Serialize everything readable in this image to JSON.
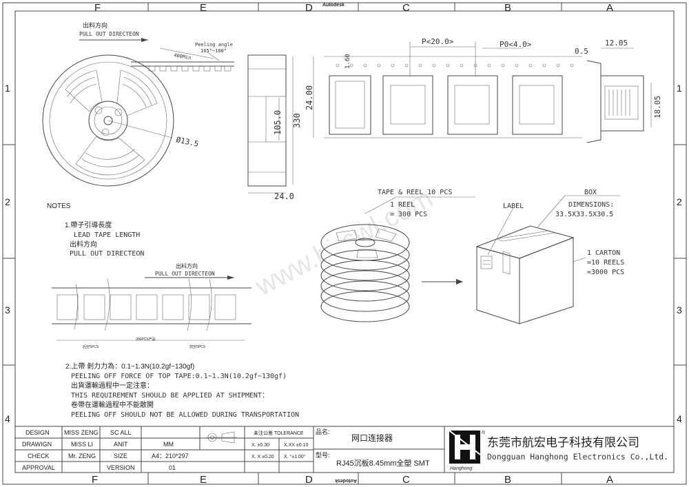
{
  "zones": {
    "top": [
      "F",
      "E",
      "D",
      "C",
      "B",
      "A"
    ],
    "bottom": [
      "F",
      "E",
      "D",
      "C",
      "B",
      "A"
    ],
    "left": [
      "1",
      "2",
      "3",
      "4"
    ],
    "right": [
      "1",
      "2",
      "3",
      "4"
    ]
  },
  "autodesk": "Autodesk",
  "autodesk_mirror": "Autodesk",
  "watermark": "www.hhcwl.com",
  "reel_view": {
    "cn": "出料方向",
    "en": "PULL OUT DIRECTEON",
    "peel": "Peeling angle",
    "peel_range": "165°~180°",
    "lead": "400Min",
    "dia": "Ø13.5"
  },
  "side_view": {
    "d1": "105.0",
    "d2": "330",
    "d3": "24.0"
  },
  "tape_view": {
    "p1": "P<20.0>",
    "p2": "P0<4.0>",
    "v1": "1.60",
    "v2": "24.00"
  },
  "end_view": {
    "d1": "0.5",
    "d2": "12.05",
    "d3": "18.05"
  },
  "notes": {
    "title": "NOTES",
    "n1_cn": "1.帶子引導長度",
    "n1_en": "LEAD TAPE LENGTH",
    "n1b_cn": "出料方向",
    "n1b_en": "PULL OUT DIRECTEON",
    "strip_cn": "出料方向",
    "strip_en": "PULL OUT DIRECTEON",
    "strip_left": "后空5PCS",
    "strip_mid": "300PCS产品",
    "strip_right": "前空5PCS",
    "n2_cn": "2.上帶 剝力力為：0.1~1.3N(10.2gf~130gf)",
    "n2_en": "PEELING OFF FORCE OF TOP TAPE:0.1~1.3N(10.2gf~130gf)",
    "n3_cn": "出貨運輸過程中一定注意：",
    "n3_en": "THIS REQUIREMENT SHOULD BE APPLIED AT SHIPMENT：",
    "n4_cn": "卷帶在運輸過程中不能散開",
    "n4_en": "PEELING OFF SHOULD NOT BE ALLOWED DURING TRANSPORTATION"
  },
  "packing": {
    "tape_reel": "TAPE & REEL 10 PCS",
    "reel1": "1 REEL",
    "reel2": "= 300 PCS",
    "box": "BOX",
    "dims": "DIMENSIONS:",
    "dims_val": "33.5X33.5X30.5",
    "label": "LABEL",
    "carton1": "1 CARTON",
    "carton2": "=10 REELS",
    "carton3": "=3000 PCS"
  },
  "title_block": {
    "design": "DESIGN",
    "design_who": "MISS ZENG",
    "drawing": "DRAWIGN",
    "drawing_who": "MISS LI",
    "check": "CHECK",
    "check_who": "Mr. ZENG",
    "approval": "APPROVAL",
    "sc": "SC ALL",
    "anit": "ANIT",
    "anit_val": "MM",
    "size": "SIZE",
    "size_val": "A4：210*297",
    "version": "VERSION",
    "version_val": "01",
    "tol_head": "未注公差  TOLERANCE",
    "tol1": "X. ±0.30",
    "tol2": "X.XX ±0.10",
    "tol3": "X. X ±0.20",
    "tol4": "X. °±1.00°",
    "pname_label": "品名:",
    "pname": "网口连接器",
    "model_label": "型号:",
    "model": "RJ45沉板8.45mm全塑 SMT",
    "company_cn": "东莞市航宏电子科技有限公司",
    "company_en": "Dongguan Hanghong Electronics Co.,Ltd.",
    "logo_text": "Hanghong",
    "logo_reg": "®"
  }
}
